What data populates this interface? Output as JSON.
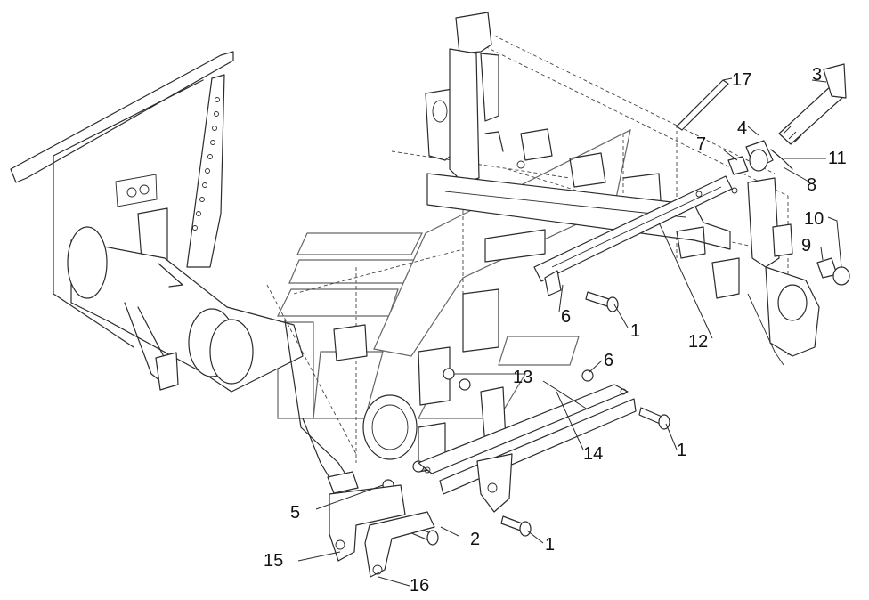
{
  "callouts": [
    {
      "id": "c17",
      "label": "17"
    },
    {
      "id": "c3",
      "label": "3"
    },
    {
      "id": "c4",
      "label": "4"
    },
    {
      "id": "c7",
      "label": "7"
    },
    {
      "id": "c11",
      "label": "11"
    },
    {
      "id": "c8",
      "label": "8"
    },
    {
      "id": "c10",
      "label": "10"
    },
    {
      "id": "c9",
      "label": "9"
    },
    {
      "id": "c6a",
      "label": "6"
    },
    {
      "id": "c1a",
      "label": "1"
    },
    {
      "id": "c12",
      "label": "12"
    },
    {
      "id": "c6b",
      "label": "6"
    },
    {
      "id": "c13",
      "label": "13"
    },
    {
      "id": "c1b",
      "label": "1"
    },
    {
      "id": "c14",
      "label": "14"
    },
    {
      "id": "c5",
      "label": "5"
    },
    {
      "id": "c2",
      "label": "2"
    },
    {
      "id": "c1c",
      "label": "1"
    },
    {
      "id": "c15",
      "label": "15"
    },
    {
      "id": "c16",
      "label": "16"
    }
  ]
}
